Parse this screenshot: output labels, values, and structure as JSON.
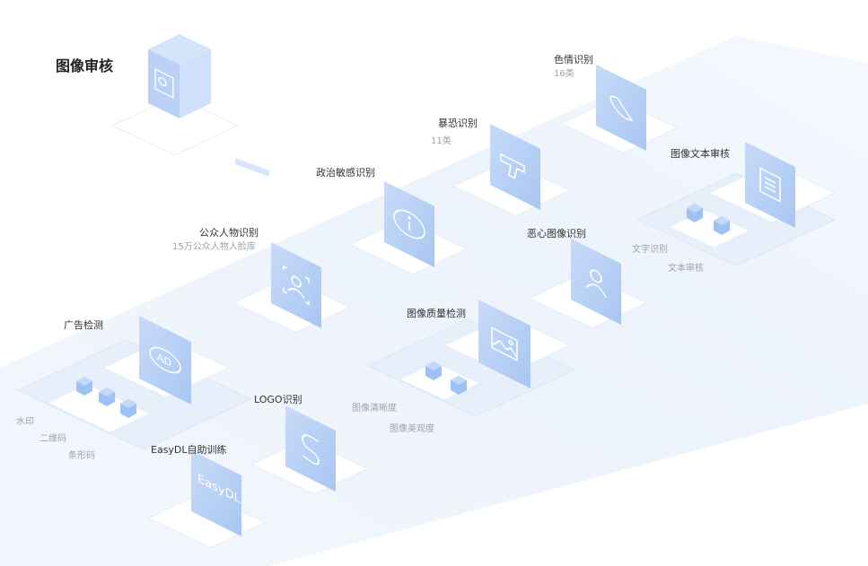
{
  "title": "图像审核",
  "nodes": {
    "porn": {
      "label": "色情识别",
      "sub": "16类"
    },
    "terror": {
      "label": "暴恐识别",
      "sub": "11类"
    },
    "image_text": {
      "label": "图像文本审核",
      "subs": [
        "文字识别",
        "文本审核"
      ]
    },
    "politics": {
      "label": "政治敏感识别"
    },
    "public_figure": {
      "label": "公众人物识别",
      "sub": "15万公众人物人脸库"
    },
    "disgusting": {
      "label": "恶心图像识别"
    },
    "quality": {
      "label": "图像质量检测",
      "subs": [
        "图像清晰度",
        "图像美观度"
      ]
    },
    "ad": {
      "label": "广告检测",
      "subs": [
        "水印",
        "二维码",
        "条形码"
      ]
    },
    "logo": {
      "label": "LOGO识别"
    },
    "easydl": {
      "label": "EasyDL自助训练",
      "panel_text": "EasyDL"
    }
  },
  "colors": {
    "panel": "#b9d1f6",
    "band": "#eef4fd",
    "cube": "#9fc2f4"
  }
}
